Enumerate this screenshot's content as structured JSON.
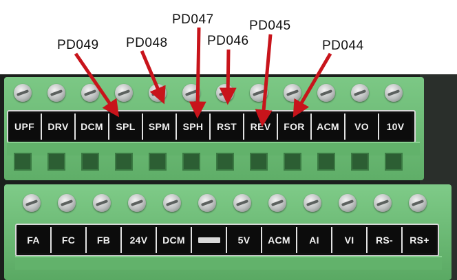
{
  "callouts": [
    {
      "id": "pd049",
      "label": "PD049"
    },
    {
      "id": "pd048",
      "label": "PD048"
    },
    {
      "id": "pd047",
      "label": "PD047"
    },
    {
      "id": "pd046",
      "label": "PD046"
    },
    {
      "id": "pd045",
      "label": "PD045"
    },
    {
      "id": "pd044",
      "label": "PD044"
    }
  ],
  "top_terminals": [
    "UPF",
    "DRV",
    "DCM",
    "SPL",
    "SPM",
    "SPH",
    "RST",
    "REV",
    "FOR",
    "ACM",
    "VO",
    "10V"
  ],
  "bottom_terminals": [
    "FA",
    "FC",
    "FB",
    "24V",
    "DCM",
    "",
    "5V",
    "ACM",
    "AI",
    "VI",
    "RS-",
    "RS+"
  ],
  "colors": {
    "arrow": "#c8141b",
    "terminal_green": "#6fbf77",
    "label_strip": "#0c0c0c",
    "label_text": "#f2f2f2"
  },
  "icons": {
    "screw": "screw-head-icon",
    "arrow": "red-arrow-icon",
    "blank_terminal": "blank-bar-icon"
  }
}
